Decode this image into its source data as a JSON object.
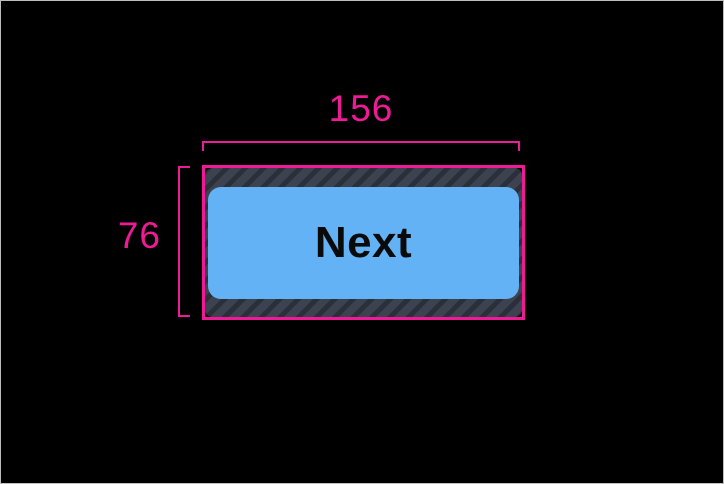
{
  "colors": {
    "background": "#000000",
    "frame": "#bdbdbd",
    "accent": "#ef1a95",
    "button-fill": "#64b2f6",
    "button-text": "#0a0a0a",
    "hatch-bg": "#3c4250",
    "hatch-stripe": "#2b2f39"
  },
  "measurements": {
    "width": "156",
    "height": "76"
  },
  "button": {
    "label": "Next"
  }
}
